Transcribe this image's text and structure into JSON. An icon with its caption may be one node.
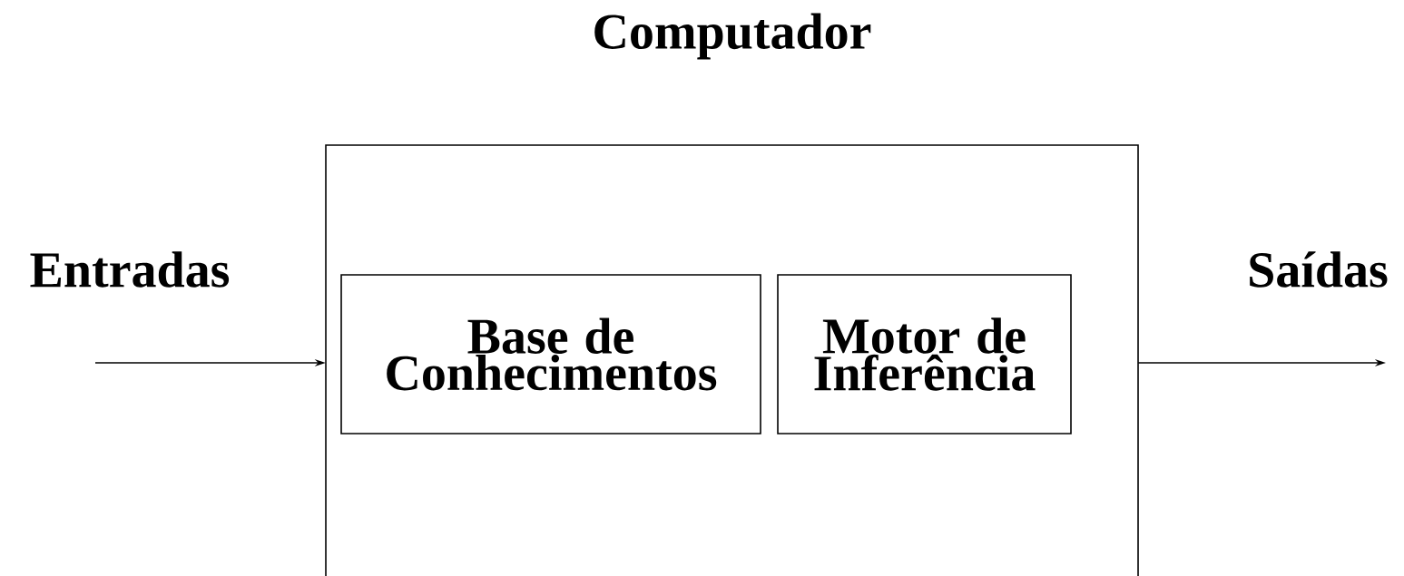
{
  "diagram": {
    "nodes": [
      {
        "text": [
          "Computador"
        ]
      },
      {
        "text": [
          "Base de Conhecimentos"
        ],
        "in": 0
      },
      {
        "text": [
          "Motor de Inferência"
        ],
        "in": 0
      },
      {
        "text": [
          "Entradas"
        ]
      },
      {
        "text": [
          "Saídas"
        ]
      }
    ],
    "edges": [
      {
        "from": 3,
        "to": 0,
        "arrow": "to"
      },
      {
        "from": 0,
        "to": 4,
        "arrow": "to"
      }
    ]
  }
}
